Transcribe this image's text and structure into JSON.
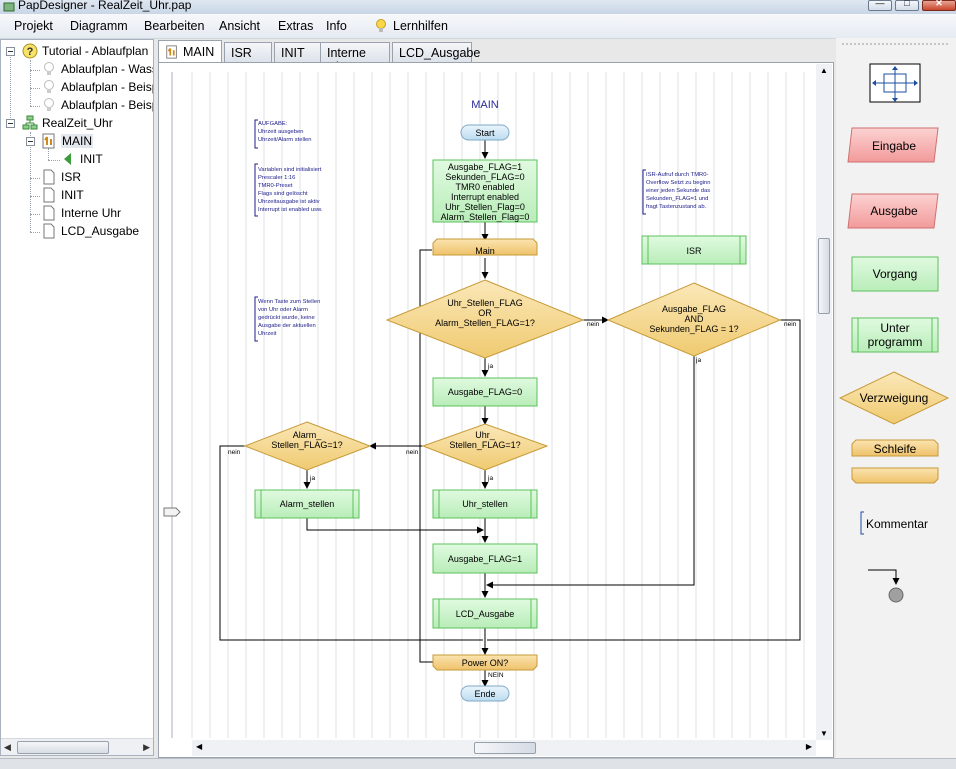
{
  "window": {
    "title": "PapDesigner - RealZeit_Uhr.pap"
  },
  "menu": {
    "items": [
      "Projekt",
      "Diagramm",
      "Bearbeiten",
      "Ansicht",
      "Extras",
      "Info",
      "Lernhilfen"
    ]
  },
  "tree": {
    "nodes": [
      {
        "label": "Tutorial - Ablaufplan",
        "icon": "question-icon"
      },
      {
        "label": "Ablaufplan - Wasser",
        "icon": "lightbulb-icon"
      },
      {
        "label": "Ablaufplan - Beispiel",
        "icon": "lightbulb-icon"
      },
      {
        "label": "Ablaufplan - Beispiel",
        "icon": "lightbulb-icon"
      },
      {
        "label": "RealZeit_Uhr",
        "icon": "flowchart-icon"
      },
      {
        "label": "MAIN",
        "icon": "main-program-icon"
      },
      {
        "label": "INIT",
        "icon": "arrow-left-icon"
      },
      {
        "label": "ISR",
        "icon": "document-icon"
      },
      {
        "label": "INIT",
        "icon": "document-icon"
      },
      {
        "label": "Interne Uhr",
        "icon": "document-icon"
      },
      {
        "label": "LCD_Ausgabe",
        "icon": "document-icon"
      }
    ]
  },
  "tabs": [
    "MAIN",
    "ISR",
    "INIT",
    "Interne Uhr",
    "LCD_Ausgabe"
  ],
  "diagram": {
    "title": "MAIN",
    "start": "Start",
    "end": "Ende",
    "init_box": [
      "Ausgabe_FLAG=1",
      "Sekunden_FLAG=0",
      "TMR0 enabled",
      "Interrupt enabled",
      "Uhr_Stellen_Flag=0",
      "Alarm_Stellen_Flag=0"
    ],
    "loop_main": "Main",
    "isr_box": "ISR",
    "decision1": [
      "Uhr_Stellen_FLAG",
      "OR",
      "Alarm_Stellen_FLAG=1?"
    ],
    "decision2": [
      "Ausgabe_FLAG",
      "AND",
      "Sekunden_FLAG = 1?"
    ],
    "ausgabe0": "Ausgabe_FLAG=0",
    "decision3": [
      "Uhr_",
      "Stellen_FLAG=1?"
    ],
    "decision4": [
      "Alarm_",
      "Stellen_FLAG=1?"
    ],
    "uhr_stellen": "Uhr_stellen",
    "alarm_stellen": "Alarm_stellen",
    "ausgabe1": "Ausgabe_FLAG=1",
    "lcd": "LCD_Ausgabe",
    "power_loop": "Power ON?",
    "labels": {
      "ja": "ja",
      "nein": "nein",
      "NEIN": "NEIN"
    },
    "comment1": [
      "AUFGABE:",
      "Uhrzeit ausgeben",
      "Uhrzeit/Alarm stellen"
    ],
    "comment2": [
      "Variablen sind initialisiert",
      "Prescaler 1:16",
      "TMR0-Preset",
      "Flags sind gelöscht",
      "Uhrzeitausgabe ist aktiv",
      "Interrupt ist enabled usw."
    ],
    "comment3": [
      "Wenn Taste zum Stellen",
      "von Uhr oder Alarm",
      "gedrückt wurde, keine",
      "Ausgabe der aktuellen",
      "Uhrzeit"
    ],
    "comment4": [
      "ISR-Aufruf durch TMR0-",
      "Overflow Setzt zu beginn",
      "einer jeden Sekunde das",
      "Sekunden_FLAG=1 und",
      "fragt Tastenzustand ab."
    ]
  },
  "palette": {
    "items": [
      "Eingabe",
      "Ausgabe",
      "Vorgang",
      "Unter programm",
      "Verzweigung",
      "Schleife",
      "Kommentar"
    ],
    "unter_lines": [
      "Unter",
      "programm"
    ]
  },
  "colors": {
    "green_fill": "#c9f2c9",
    "green_stroke": "#5cc15c",
    "orange_fill": "#f4cd7d",
    "orange_stroke": "#c79a38",
    "red_fill": "#f9b7b7",
    "blue_fill": "#cfe6f5",
    "comment_text": "#1c1c8a"
  }
}
